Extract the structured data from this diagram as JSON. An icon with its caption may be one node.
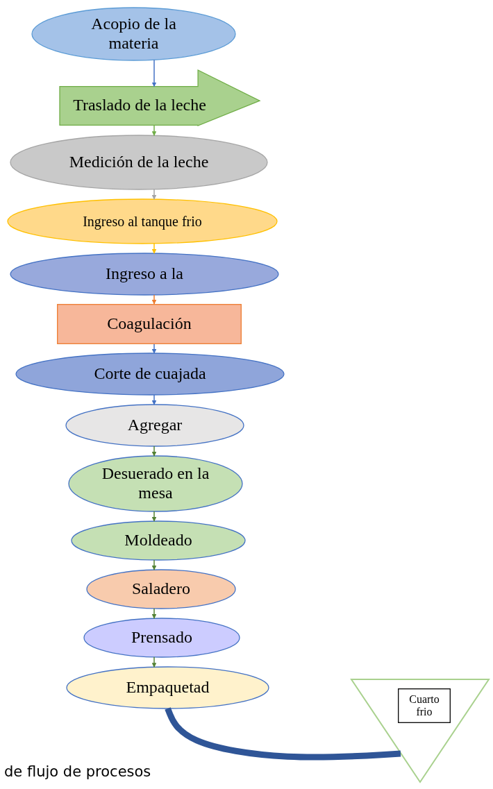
{
  "diagram": {
    "nodes": [
      {
        "text": [
          "Acopio de la materia"
        ]
      },
      {
        "text": [
          "Traslado de la leche"
        ]
      },
      {
        "text": [
          "Medición de la leche"
        ]
      },
      {
        "text": [
          "Ingreso al tanque frio"
        ]
      },
      {
        "text": [
          "Ingreso a la"
        ]
      },
      {
        "text": [
          "Coagulación"
        ]
      },
      {
        "text": [
          "Corte de cuajada"
        ]
      },
      {
        "text": [
          "Agregar"
        ]
      },
      {
        "text": [
          "Desuerado en la mesa"
        ]
      },
      {
        "text": [
          "Moldeado"
        ]
      },
      {
        "text": [
          "Saladero"
        ]
      },
      {
        "text": [
          "Prensado"
        ]
      },
      {
        "text": [
          "Empaquetad"
        ]
      },
      {
        "text": [],
        "shape": "triangle"
      },
      {
        "text": [
          "Cuarto frio"
        ],
        "in": 13
      }
    ],
    "edges": [
      {
        "from": 0,
        "to": 1,
        "arrow": "to",
        "color": "#4472c4"
      },
      {
        "from": 1,
        "to": 2,
        "arrow": "to",
        "color": "#70ad47"
      },
      {
        "from": 2,
        "to": 3,
        "arrow": "to",
        "color": "#a5a5a5"
      },
      {
        "from": 3,
        "to": 4,
        "arrow": "to",
        "color": "#ffc000"
      },
      {
        "from": 4,
        "to": 5,
        "arrow": "to",
        "color": "#ed7d31"
      },
      {
        "from": 5,
        "to": 6,
        "arrow": "to",
        "color": "#4472c4"
      },
      {
        "from": 6,
        "to": 7,
        "arrow": "to",
        "color": "#4472c4"
      },
      {
        "from": 7,
        "to": 8,
        "arrow": "to"
      },
      {
        "from": 8,
        "to": 9,
        "arrow": "to"
      },
      {
        "from": 9,
        "to": 10,
        "arrow": "to"
      },
      {
        "from": 10,
        "to": 11,
        "arrow": "to"
      },
      {
        "from": 11,
        "to": 12,
        "arrow": "to"
      },
      {
        "from": 12,
        "to": 13,
        "arrow": "none",
        "style": "thick",
        "color": "#2f5597"
      }
    ],
    "labels": [
      "de flujo de procesos"
    ]
  }
}
